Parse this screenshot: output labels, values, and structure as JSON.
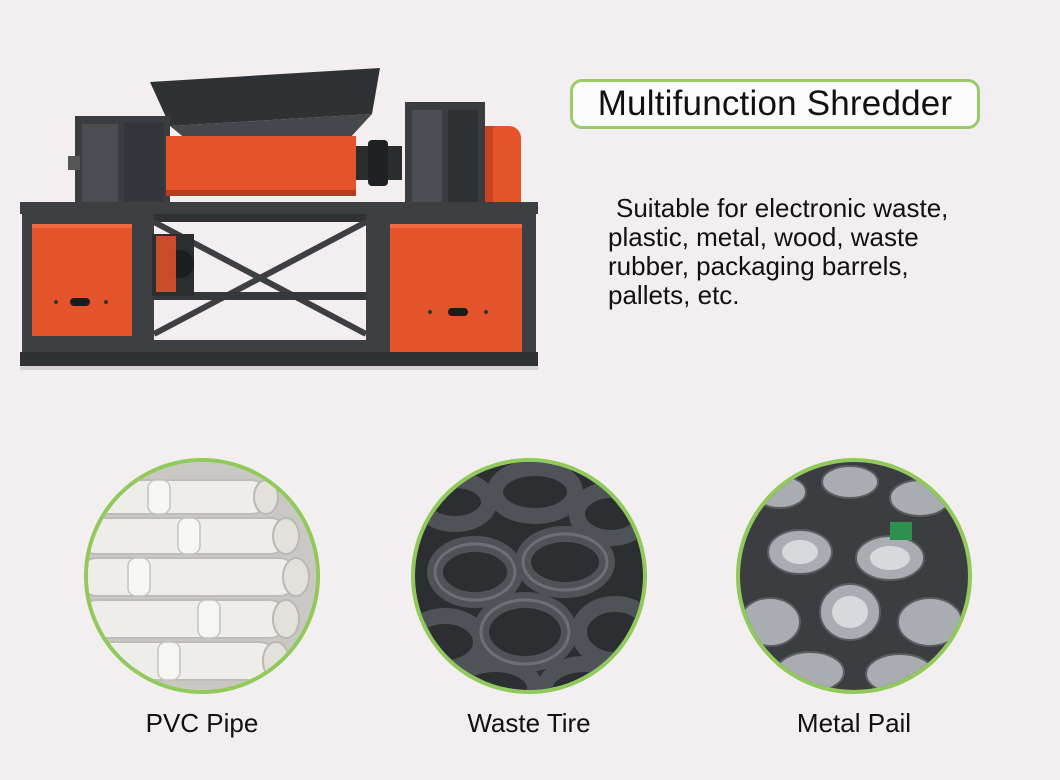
{
  "title": "Multifunction Shredder",
  "description_lines": [
    "Suitable for electronic waste,",
    "plastic, metal, wood, waste",
    "rubber, packaging barrels,",
    "pallets, etc."
  ],
  "materials": [
    {
      "label": "PVC Pipe"
    },
    {
      "label": "Waste Tire"
    },
    {
      "label": "Metal Pail"
    }
  ],
  "colors": {
    "accent_green": "#9ccc6a",
    "machine_orange": "#e4532a",
    "machine_dark": "#3d3f42",
    "background": "#f3eff0"
  },
  "images": {
    "machine": "double-shaft-shredder-photo",
    "pvc": "stacked-pvc-pipes-photo",
    "tire": "pile-of-waste-tires-photo",
    "pail": "pile-of-metal-pails-photo"
  }
}
